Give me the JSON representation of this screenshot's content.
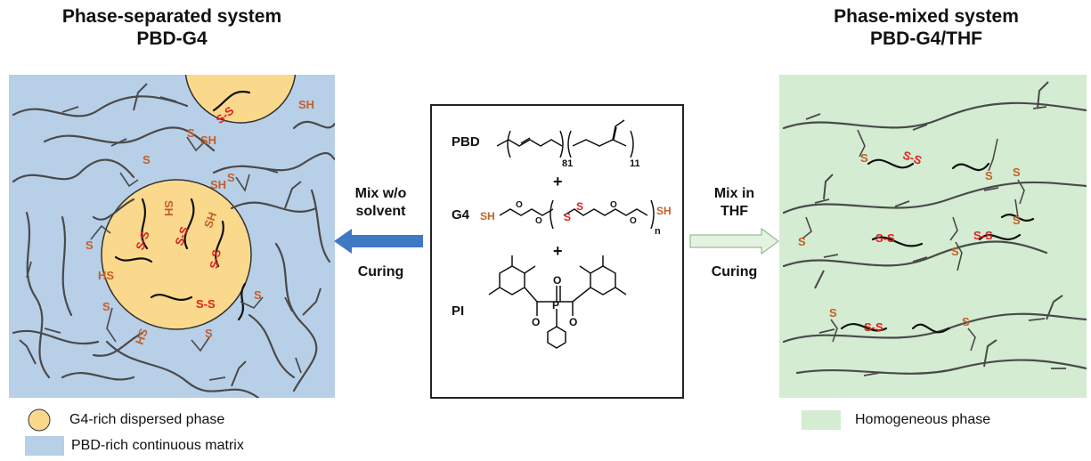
{
  "left": {
    "title_line1": "Phase-separated system",
    "title_line2": "PBD-G4"
  },
  "right": {
    "title_line1": "Phase-mixed system",
    "title_line2": "PBD-G4/THF"
  },
  "arrows": {
    "left_top_1": "Mix w/o",
    "left_top_2": "solvent",
    "left_bottom": "Curing",
    "right_top_1": "Mix in",
    "right_top_2": "THF",
    "right_bottom": "Curing"
  },
  "center": {
    "pbd_label": "PBD",
    "g4_label": "G4",
    "pi_label": "PI",
    "plus": "+",
    "sub_81": "81",
    "sub_11": "11",
    "sub_n": "n",
    "sh": "SH",
    "s": "S",
    "o": "O",
    "p": "P"
  },
  "molecule_labels": {
    "sh": "SH",
    "hs": "HS",
    "s": "S",
    "ss": "S-S"
  },
  "legend": {
    "dispersed": "G4-rich dispersed phase",
    "matrix": "PBD-rich continuous matrix",
    "homogeneous": "Homogeneous phase"
  },
  "colors": {
    "blue_bg": "#b8cfe8",
    "green_bg": "#d4ecd1",
    "yellow": "#fbd98c",
    "red": "#e02020",
    "brown": "#c0602a",
    "arrow_blue": "#3f79c2",
    "arrow_green": "#e4f3e1"
  }
}
